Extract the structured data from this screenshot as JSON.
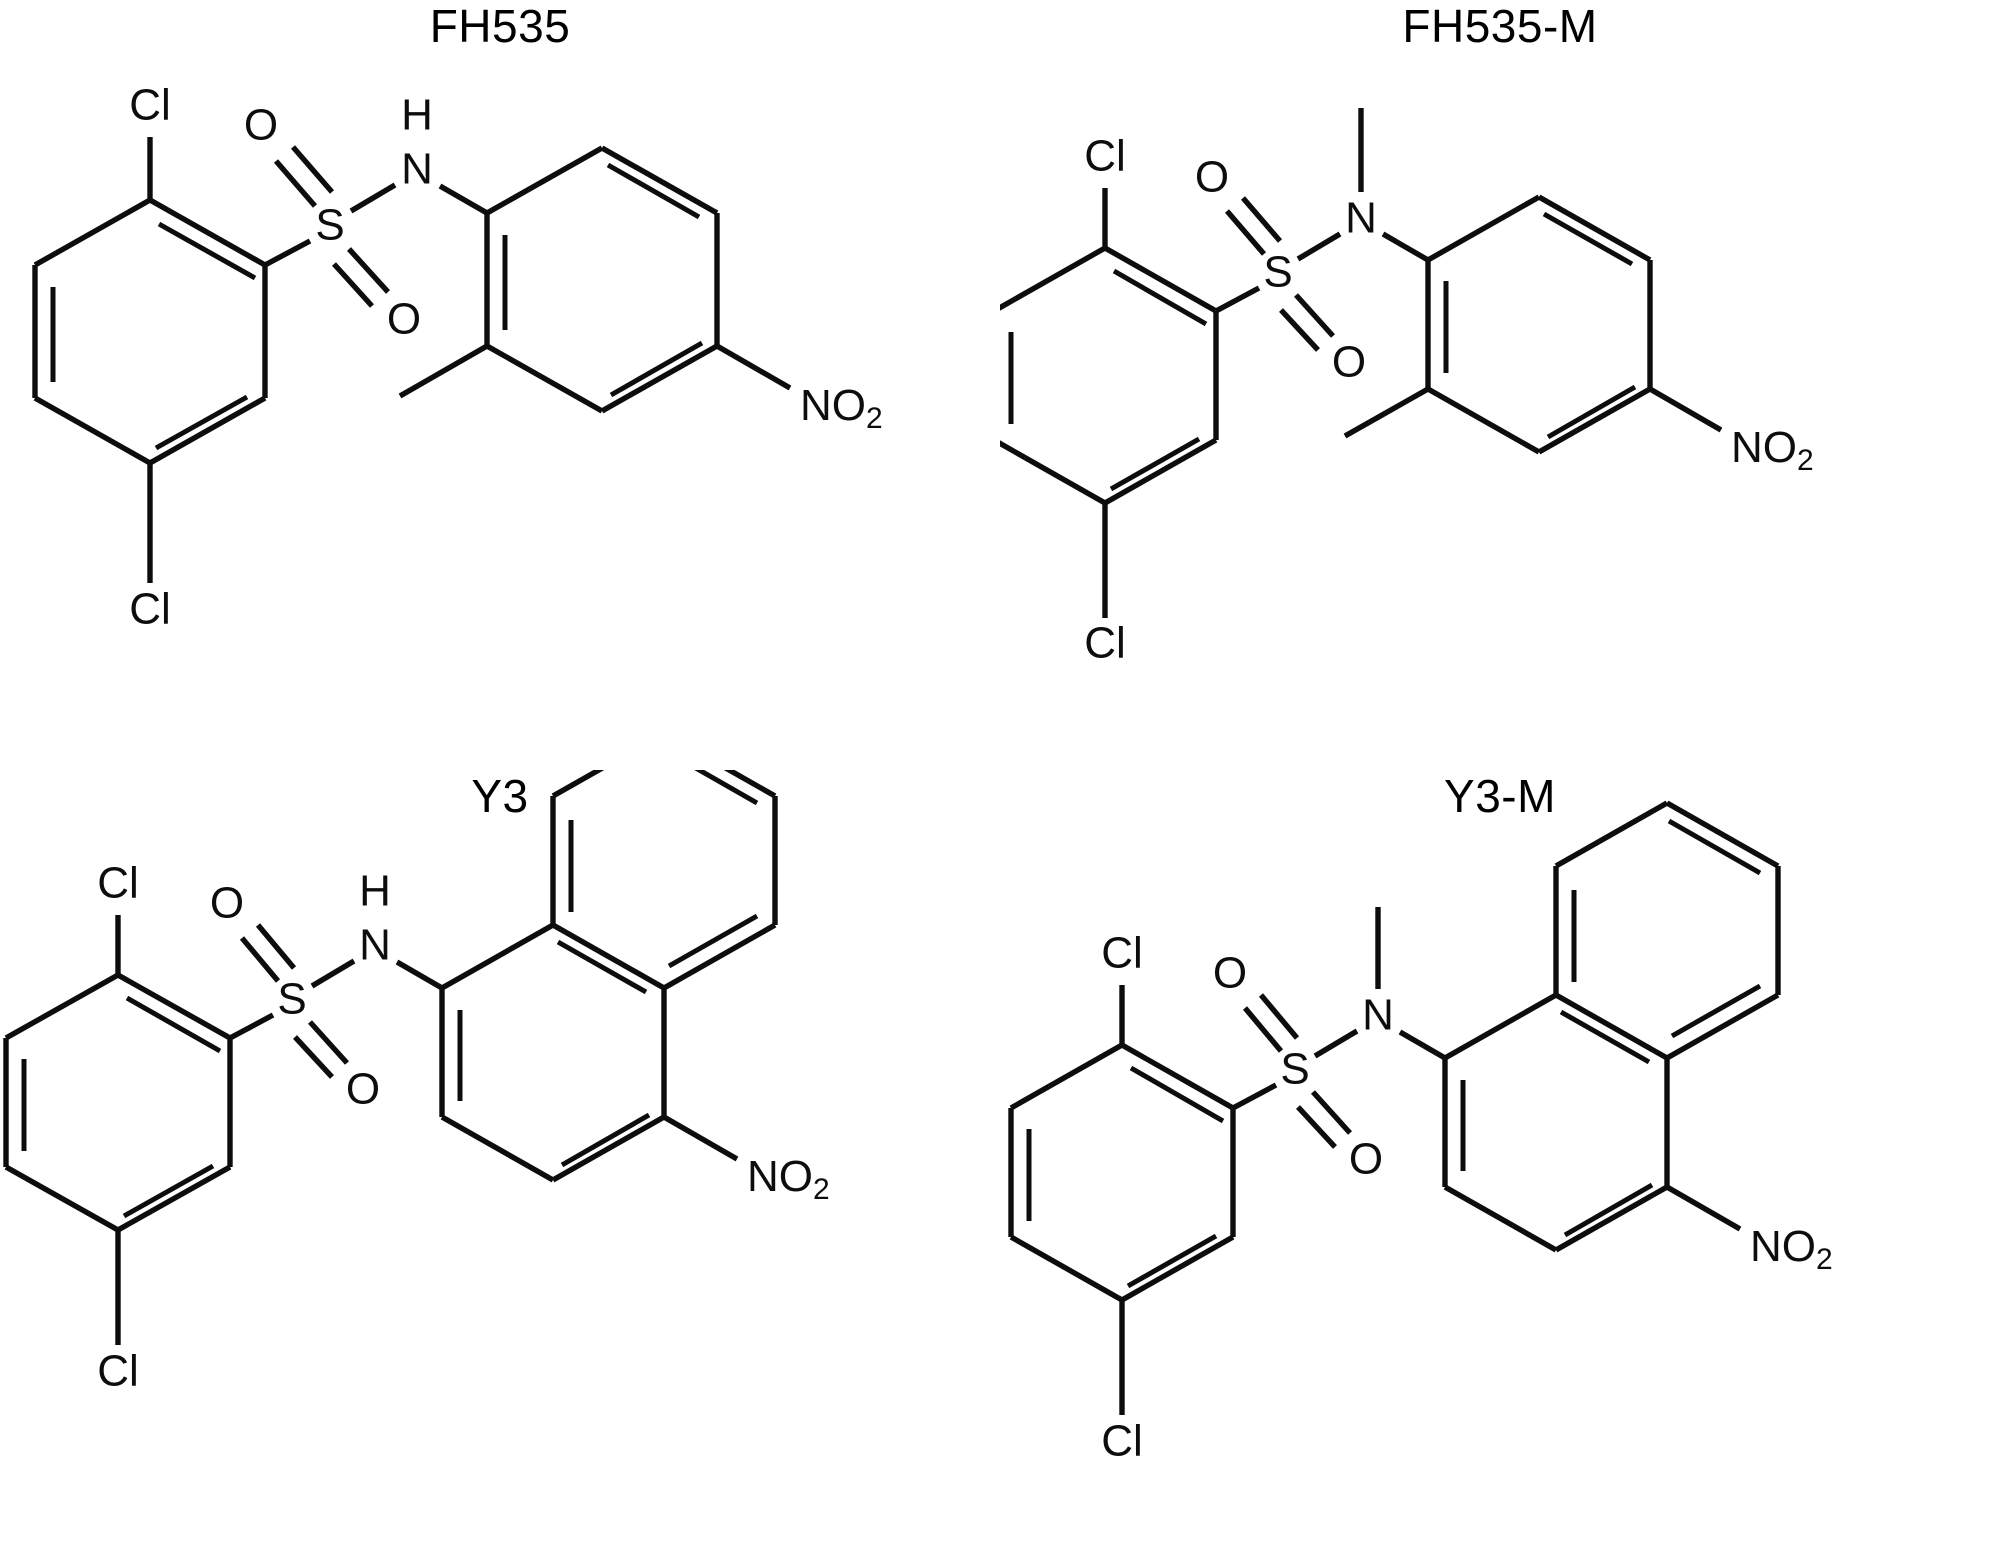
{
  "figure": {
    "background_color": "#ffffff",
    "line_color": "#0d0d0d",
    "layout": "2x2-grid",
    "panel_count": 4
  },
  "panels": [
    {
      "id": "fh535",
      "title": "FH535",
      "position": "top-left",
      "atom_labels": {
        "cl_top": "Cl",
        "cl_bottom": "Cl",
        "o_top": "O",
        "o_bottom": "O",
        "sulfur": "S",
        "nitrogen": "N",
        "hydrogen": "H",
        "nitro": "NO",
        "nitro_sub": "2"
      },
      "description": "2,5-dichloro-N-(2-methyl-4-nitrophenyl)benzenesulfonamide"
    },
    {
      "id": "fh535m",
      "title": "FH535-M",
      "position": "top-right",
      "atom_labels": {
        "cl_top": "Cl",
        "cl_bottom": "Cl",
        "o_top": "O",
        "o_bottom": "O",
        "sulfur": "S",
        "nitrogen": "N",
        "nitro": "NO",
        "nitro_sub": "2"
      },
      "description": "N-methylated FH535 analogue"
    },
    {
      "id": "y3",
      "title": "Y3",
      "position": "bottom-left",
      "atom_labels": {
        "cl_top": "Cl",
        "cl_bottom": "Cl",
        "o_top": "O",
        "o_bottom": "O",
        "sulfur": "S",
        "nitrogen": "N",
        "hydrogen": "H",
        "nitro": "NO",
        "nitro_sub": "2"
      },
      "description": "2,5-dichloro-N-(4-nitronaphthalen-1-yl)benzenesulfonamide"
    },
    {
      "id": "y3m",
      "title": "Y3-M",
      "position": "bottom-right",
      "atom_labels": {
        "cl_top": "Cl",
        "cl_bottom": "Cl",
        "o_top": "O",
        "o_bottom": "O",
        "sulfur": "S",
        "nitrogen": "N",
        "nitro": "NO",
        "nitro_sub": "2"
      },
      "description": "N-methylated Y3 analogue"
    }
  ]
}
